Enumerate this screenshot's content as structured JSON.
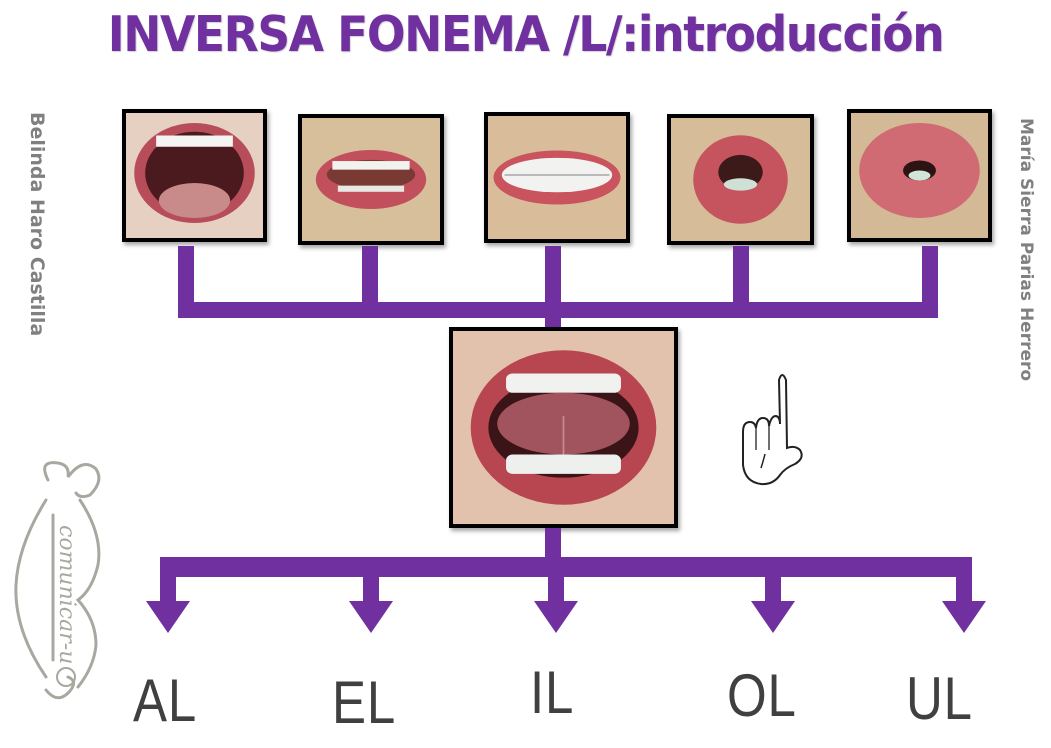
{
  "title": "INVERSA FONEMA /L/:introducción",
  "authors": {
    "left": "Belinda Haro Castilla",
    "right": "María Sierra Parias Herrero"
  },
  "vowel_photos": [
    {
      "name": "mouth-a",
      "description": "open mouth vowel A"
    },
    {
      "name": "mouth-e",
      "description": "smile vowel E"
    },
    {
      "name": "mouth-i",
      "description": "wide smile vowel I"
    },
    {
      "name": "mouth-o",
      "description": "rounded lips vowel O"
    },
    {
      "name": "mouth-u",
      "description": "pursed lips vowel U"
    }
  ],
  "center_photo": {
    "description": "tongue raised for /L/"
  },
  "hand_sign": {
    "icon": "hand-sign-l-icon"
  },
  "logo": {
    "text": "comunicar-u",
    "icon": "comunicar-logo-icon"
  },
  "syllables": [
    "AL",
    "EL",
    "IL",
    "OL",
    "UL"
  ],
  "colors": {
    "accent": "#7030a0",
    "label_text": "#404040",
    "author_text": "#808080"
  }
}
